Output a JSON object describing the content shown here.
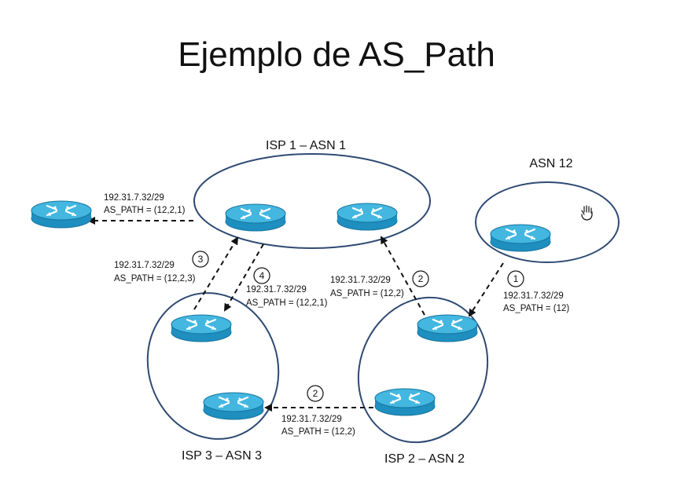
{
  "title": "Ejemplo de AS_Path",
  "colors": {
    "ellipse_stroke": "#2e4a73",
    "router_top": "#43b7e0",
    "router_side": "#1e8fbf",
    "router_edge": "#17759f",
    "router_arrows": "#ffffff",
    "arrow": "#111111"
  },
  "icons": {
    "router": "router-icon",
    "hand_cursor": "hand-cursor-icon"
  },
  "as_labels": {
    "isp1": "ISP 1 – ASN 1",
    "asn12": "ASN 12",
    "isp3": "ISP 3 – ASN 3",
    "isp2": "ISP 2 – ASN 2"
  },
  "annotations": [
    {
      "id": "left-external",
      "prefix": "192.31.7.32/29",
      "as_path": "AS_PATH = (12,2,1)",
      "step": ""
    },
    {
      "id": "step3",
      "prefix": "192.31.7.32/29",
      "as_path": "AS_PATH = (12,2,3)",
      "step": "3"
    },
    {
      "id": "step4",
      "prefix": "192.31.7.32/29",
      "as_path": "AS_PATH = (12,2,1)",
      "step": "4"
    },
    {
      "id": "step2-up",
      "prefix": "192.31.7.32/29",
      "as_path": "AS_PATH = (12,2)",
      "step": "2"
    },
    {
      "id": "step1",
      "prefix": "192.31.7.32/29",
      "as_path": "AS_PATH = (12)",
      "step": "1"
    },
    {
      "id": "step2-left",
      "prefix": "192.31.7.32/29",
      "as_path": "AS_PATH = (12,2)",
      "step": "2"
    }
  ]
}
